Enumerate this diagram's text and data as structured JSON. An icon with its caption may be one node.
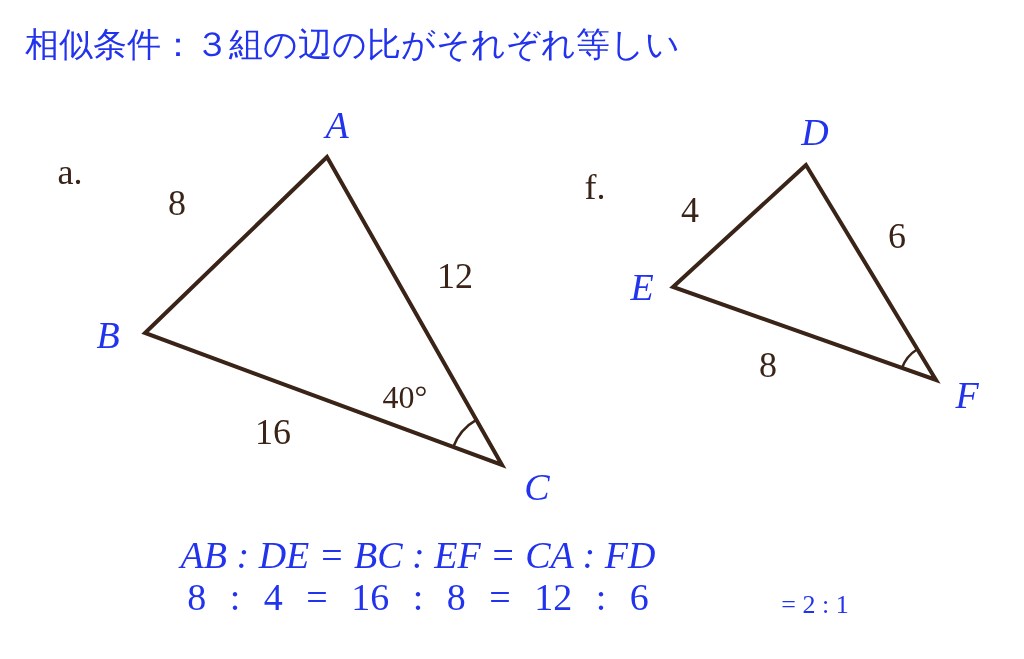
{
  "diagram": {
    "title": "相似条件：３組の辺の比がそれぞれ等しい",
    "labels": [
      "a.",
      "A",
      "8",
      "f.",
      "D",
      "4",
      "6",
      "12",
      "E",
      "B",
      "8",
      "40°",
      "F",
      "16",
      "C",
      "AB : DE = BC : EF = CA : FD",
      "8 : 4 = 16 : 8 = 12 : 6",
      "= 2 : 1"
    ]
  }
}
